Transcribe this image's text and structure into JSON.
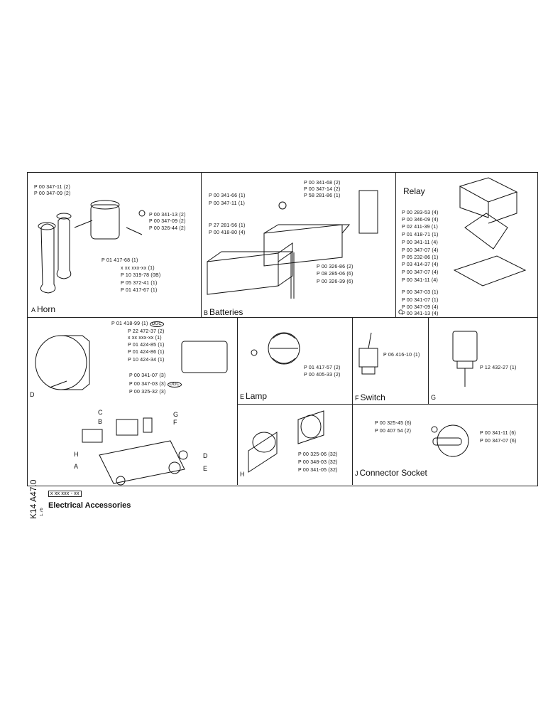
{
  "doc": {
    "side_code": "K14 A47.0",
    "side_sub": "1.76",
    "placeholder_code": "x xx xxx - xx",
    "caption": "Electrical Accessories"
  },
  "sections": {
    "horn": {
      "letter": "A",
      "title": "Horn",
      "parts": [
        "P 00 347-11 (2)",
        "P 00 347-09 (2)",
        "P 00 341-13 (2)",
        "P 00 347-09 (2)",
        "P 00 326-44 (2)",
        "P 01 417-68 (1)",
        "x xx xxx-xx (1)",
        "P 10 319-78 (0B)",
        "P 05 372-41 (1)",
        "P 01 417-67 (1)"
      ]
    },
    "batteries": {
      "letter": "B",
      "title": "Batteries",
      "parts": [
        "P 00 341-68 (2)",
        "P 00 347-14 (2)",
        "P 58 281-86 (1)",
        "P 00 341-66 (1)",
        "P 00 347-11 (1)",
        "P 27 281-56 (1)",
        "P 00 418-80 (4)",
        "P 00 326-86 (2)",
        "P 08 285-06 (6)",
        "P 00 326-39 (6)"
      ]
    },
    "relay": {
      "letter": "C",
      "title": "Relay",
      "parts": [
        "P 00 283-53 (4)",
        "P 00 346-09 (4)",
        "P 02 411-39 (1)",
        "P 01 418-71 (1)",
        "P 00 341-11 (4)",
        "P 00 347-07 (4)",
        "P 05 232-86 (1)",
        "P 03 414-37 (4)",
        "P 00 347-07 (4)",
        "P 00 341-11 (4)",
        "P 00 347-03 (1)",
        "P 00 341-07 (1)",
        "P 00 347-09 (4)",
        "P 00 341-13 (4)"
      ]
    },
    "d": {
      "letter": "D",
      "parts": [
        "P 01 418-99 (1)",
        "P 22 472-37 (2)",
        "x xx xxx-xx (1)",
        "P 01 424-85 (1)",
        "P 01 424-86 (1)",
        "P 10 424-34 (1)",
        "P 00 341-07 (3)",
        "P 00 347-03 (3)",
        "P 00 325-32 (3)"
      ],
      "ogc": "OGC"
    },
    "lamp": {
      "letter": "E",
      "title": "Lamp",
      "parts": [
        "P 01 417-57 (2)",
        "P 00 405-33 (2)"
      ]
    },
    "switch": {
      "letter": "F",
      "title": "Switch",
      "parts": [
        "P 06 416-10 (1)"
      ]
    },
    "g": {
      "letter": "G",
      "parts": [
        "P 12 432-27 (1)"
      ]
    },
    "h": {
      "letter": "H",
      "parts": [
        "P 00 325-06 (32)",
        "P 00 348-03 (32)",
        "P 00 341-05 (32)"
      ]
    },
    "connector": {
      "letter": "J",
      "title": "Connector Socket",
      "parts": [
        "P 00 325-45 (6)",
        "P 00 407 54 (2)",
        "P 00 341-11 (6)",
        "P 00 347-07 (6)"
      ]
    }
  },
  "overview_callouts": [
    "C",
    "B",
    "G",
    "F",
    "H",
    "A",
    "D",
    "E"
  ]
}
